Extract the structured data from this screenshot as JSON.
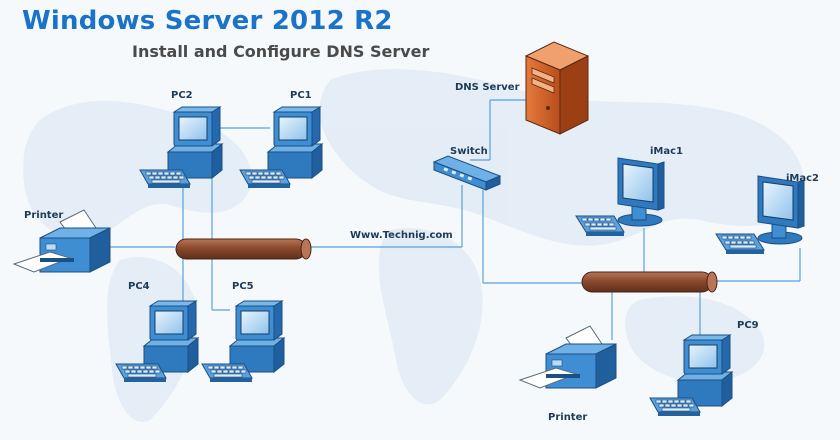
{
  "header": {
    "title": "Windows Server 2012 R2",
    "subtitle": "Install and Configure DNS Server"
  },
  "labels": {
    "pc1": "PC1",
    "pc2": "PC2",
    "pc4": "PC4",
    "pc5": "PC5",
    "pc9": "PC9",
    "printer_left": "Printer",
    "printer_right": "Printer",
    "dns_server": "DNS  Server",
    "switch": "Switch",
    "link": "Www.Technig.com",
    "imac1": "iMac1",
    "imac2": "iMac2"
  },
  "colors": {
    "title": "#1a73c9",
    "device_blue": "#3f8ed3",
    "device_dark": "#1f5f9e",
    "server_orange": "#d9642a",
    "backbone_brown": "#8a4a2e",
    "link_line": "#5aa0d8"
  },
  "icons": [
    "pc-icon",
    "imac-icon",
    "printer-icon",
    "server-icon",
    "switch-icon",
    "backbone-cable"
  ]
}
